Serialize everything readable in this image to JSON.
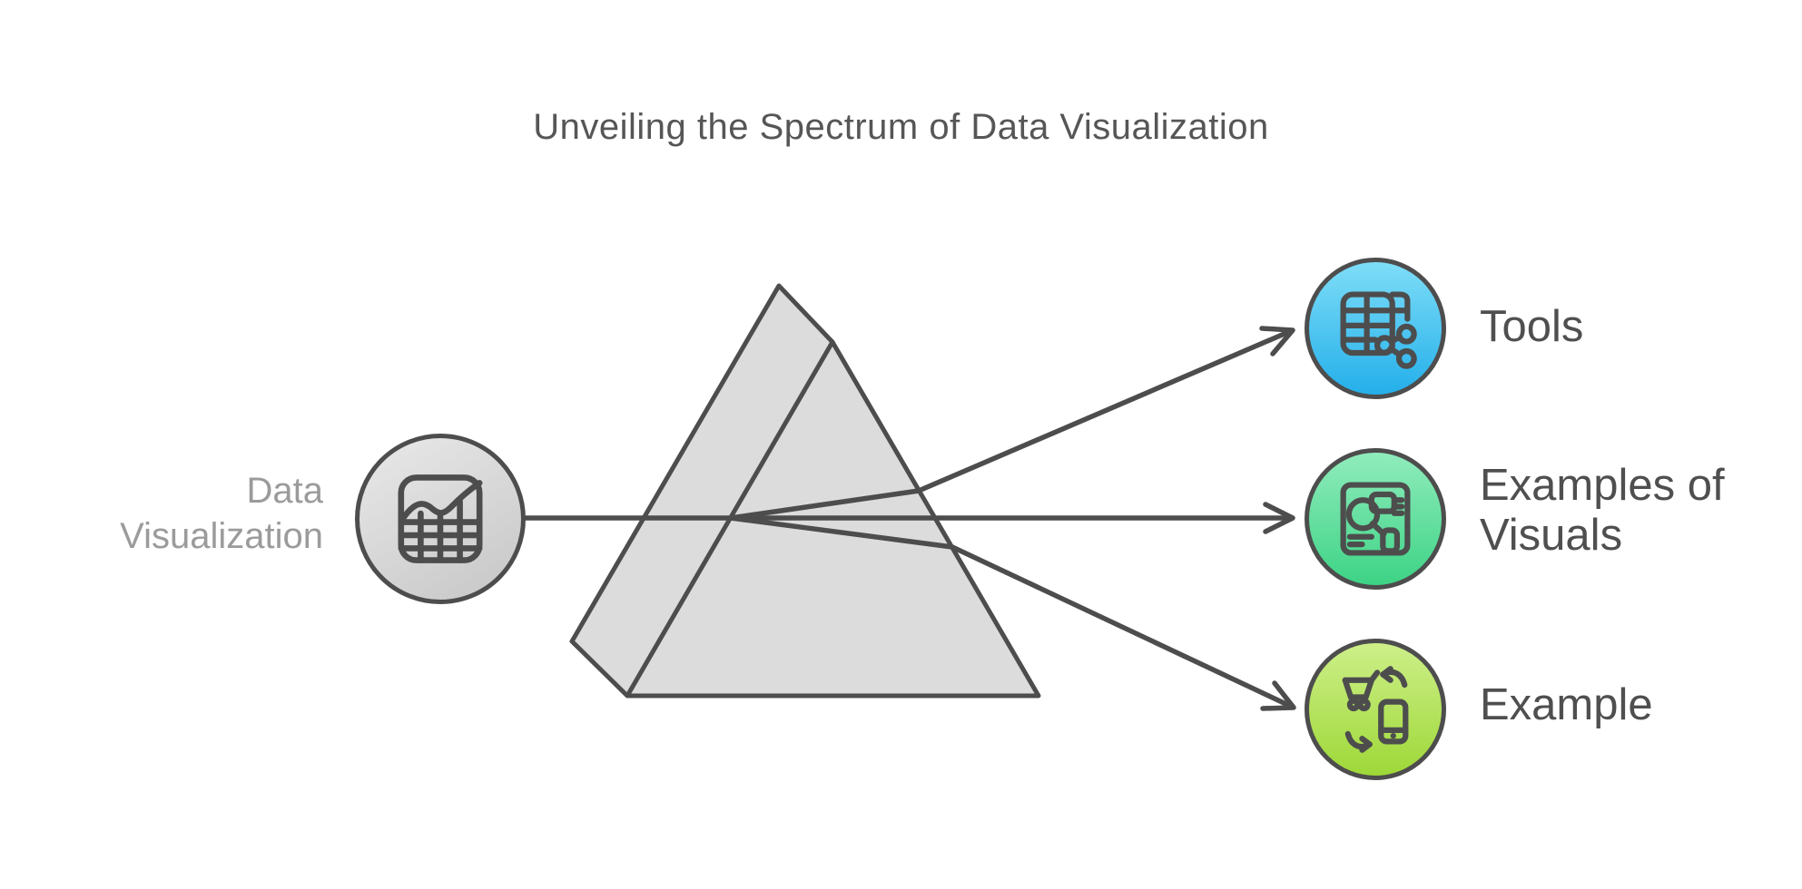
{
  "title": "Unveiling the Spectrum of Data Visualization",
  "colors": {
    "background": "#ffffff",
    "ink": "#4d4d4d",
    "title_color": "#565656",
    "muted": "#9b9b9b",
    "label_color": "#4f4f4f",
    "prism_fill": "#dcdcdc",
    "gray_top": "#e9e9e9",
    "gray_bot": "#c6c6c6",
    "blue_top": "#7eddf7",
    "blue_bot": "#24afea",
    "green_top": "#90ecbc",
    "green_bot": "#3dd385",
    "lime_top": "#cdef89",
    "lime_bot": "#9ed838"
  },
  "input": {
    "label_line1": "Data",
    "label_line2": "Visualization",
    "icon": "chart-table-icon"
  },
  "prism": {
    "shape": "triangular prism splitting one ray into three"
  },
  "outputs": [
    {
      "label_line1": "Tools",
      "label_line2": "",
      "icon": "table-share-icon"
    },
    {
      "label_line1": "Examples of",
      "label_line2": "Visuals",
      "icon": "report-visual-icon"
    },
    {
      "label_line1": "Example",
      "label_line2": "",
      "icon": "cart-phone-sync-icon"
    }
  ]
}
